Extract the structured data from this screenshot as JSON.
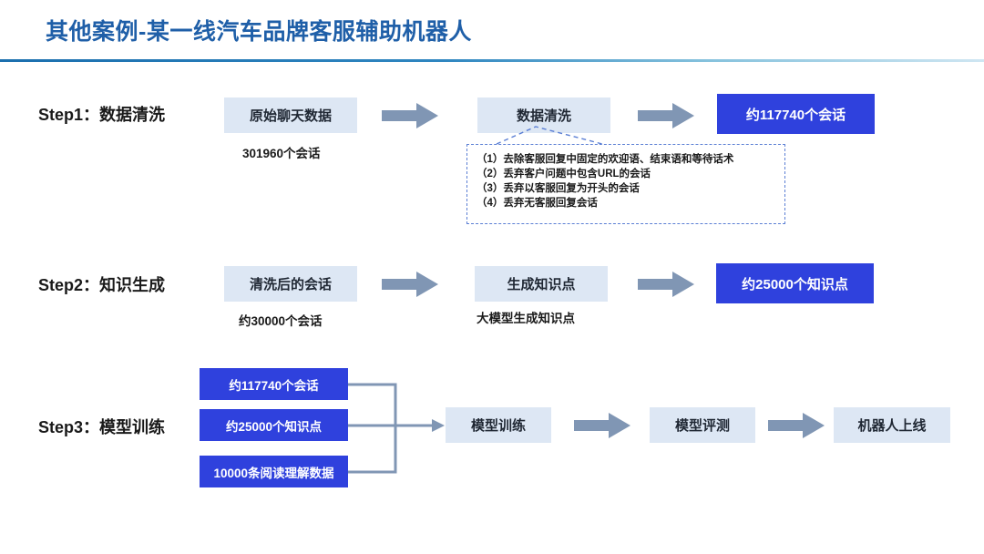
{
  "header": {
    "title": "其他案例-某一线汽车品牌客服辅助机器人",
    "accent_color": "#1f5fa8",
    "rule_color": "#1b6fae"
  },
  "theme": {
    "blue_fill": "#2f41dd",
    "light_fill": "#dde7f4",
    "arrow_fill": "#8096b4",
    "dashed_border": "#5b7fd4"
  },
  "steps": [
    {
      "label": "Step1：数据清洗",
      "nodes": [
        {
          "text": "原始聊天数据",
          "style": "light",
          "caption": "301960个会话"
        },
        {
          "text": "数据清洗",
          "style": "light",
          "caption": ""
        },
        {
          "text": "约117740个会话",
          "style": "blue",
          "caption": ""
        }
      ],
      "callout": {
        "items": [
          "（1）去除客服回复中固定的欢迎语、结束语和等待话术",
          "（2）丢弃客户问题中包含URL的会话",
          "（3）丢弃以客服回复为开头的会话",
          "（4）丢弃无客服回复会话"
        ]
      }
    },
    {
      "label": "Step2：知识生成",
      "nodes": [
        {
          "text": "清洗后的会话",
          "style": "light",
          "caption": "约30000个会话"
        },
        {
          "text": "生成知识点",
          "style": "light",
          "caption": "大模型生成知识点"
        },
        {
          "text": "约25000个知识点",
          "style": "blue",
          "caption": ""
        }
      ]
    },
    {
      "label": "Step3：模型训练",
      "inputs": [
        {
          "text": "约117740个会话",
          "style": "blue"
        },
        {
          "text": "约25000个知识点",
          "style": "blue"
        },
        {
          "text": "10000条阅读理解数据",
          "style": "blue"
        }
      ],
      "pipeline": [
        {
          "text": "模型训练",
          "style": "light"
        },
        {
          "text": "模型评测",
          "style": "light"
        },
        {
          "text": "机器人上线",
          "style": "light"
        }
      ]
    }
  ],
  "icons": {
    "arrow": "block-arrow-right-icon",
    "bracket": "merge-bracket-icon",
    "callout_tail": "callout-pointer-icon"
  }
}
